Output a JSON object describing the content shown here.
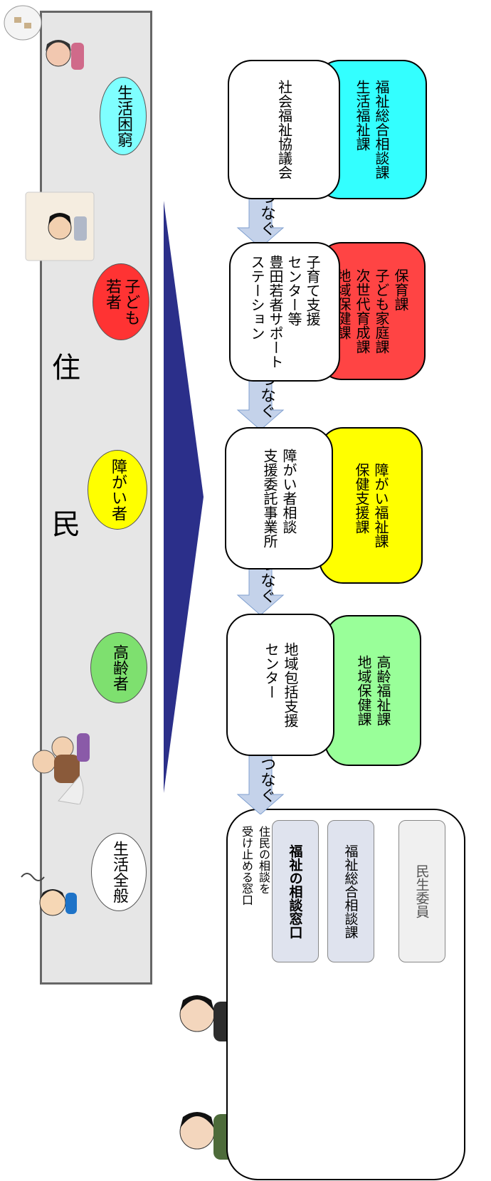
{
  "residents": {
    "title": "住　民",
    "categories": [
      {
        "label": "生活全般",
        "color": "#ffffff"
      },
      {
        "label": "高齢者",
        "color": "#7ee06f"
      },
      {
        "label": "障がい者",
        "color": "#ffff00"
      },
      {
        "label": "子ども\n若者",
        "color": "#ff3333"
      },
      {
        "label": "生活困窮",
        "color": "#7fffff"
      }
    ]
  },
  "consultation": {
    "intro": "住民の相談を\n受け止める窓口",
    "desks": [
      "福祉の相談窓口",
      "福祉総合相談課",
      "民生委員"
    ]
  },
  "connector_label": "つなぐ",
  "agencies": [
    {
      "center": "地域包括支援\nセンター",
      "offices": "高齢福祉課\n地域保健課",
      "color": "#99ff99"
    },
    {
      "center": "障がい者相談\n支援委託事業所",
      "offices": "障がい福祉課\n保健支援課",
      "color": "#ffff00"
    },
    {
      "center": "子育て支援\nセンター等\n豊田若者サポート\nステーション",
      "offices": "保育課\n子ども家庭課\n次世代育成課\n地域保健課",
      "color": "#ff4444"
    },
    {
      "center": "社会福祉協議会",
      "offices": "福祉総合相談課\n生活福祉課",
      "color": "#33ffff"
    }
  ]
}
